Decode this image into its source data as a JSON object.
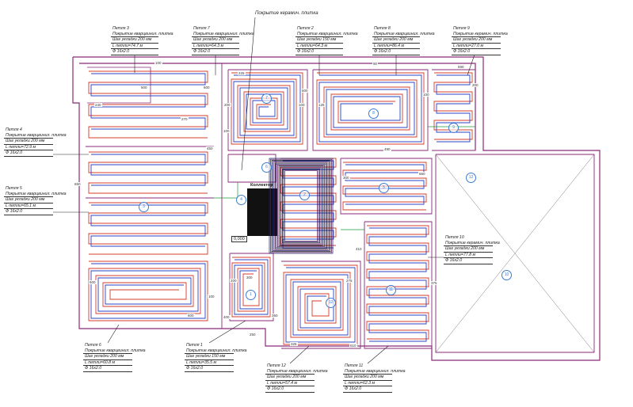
{
  "drawing": {
    "top_note": "Покрытие керамич. плитка",
    "collector_label": "Коллектор",
    "level_mark": "0,000",
    "colors": {
      "walls": "#8b2a78",
      "supply_pipe": "#d43c2a",
      "return_pipe": "#2a44c8",
      "zone_marker": "#3a7bd5",
      "leader": "#222222",
      "green_line": "#1f9a3a"
    }
  },
  "loops": [
    {
      "name": "Петля 3",
      "cover": "Покрытие кварцвинил. плитка",
      "step": "Шаг укладки 200 мм",
      "length": "L петли=74.7 м",
      "pipe": "Ф 16х2.0"
    },
    {
      "name": "Петля 7",
      "cover": "Покрытие кварцвинил. плитка",
      "step": "Шаг укладки 200 мм",
      "length": "L петли=64.3 м",
      "pipe": "Ф 16х2.0"
    },
    {
      "name": "Петля 2",
      "cover": "Покрытие кварцвинил. плитка",
      "step": "Шаг укладки 150 мм",
      "length": "L петли=64.3 м",
      "pipe": "Ф 16х2.0"
    },
    {
      "name": "Петля 8",
      "cover": "Покрытие кварцвинил. плитка",
      "step": "Шаг укладки 200 мм",
      "length": "L петли=86.4 м",
      "pipe": "Ф 16х2.0"
    },
    {
      "name": "Петля 9",
      "cover": "Покрытие керамич. плитка",
      "step": "Шаг укладки 200 мм",
      "length": "L петли=27.0 м",
      "pipe": "Ф 16х2.0"
    },
    {
      "name": "Петля 4",
      "cover": "Покрытие кварцвинил. плитка",
      "step": "Шаг укладки 200 мм",
      "length": "L петли=72.9 м",
      "pipe": "Ф 16х2.0"
    },
    {
      "name": "Петля 5",
      "cover": "Покрытие кварцвинил. плитка",
      "step": "Шаг укладки 200 мм",
      "length": "L петли=65.1 м",
      "pipe": "Ф 16х2.0"
    },
    {
      "name": "Петля 10",
      "cover": "Покрытие керамич. плитка",
      "step": "Шаг укладки 200 мм",
      "length": "L петли=77.8 м",
      "pipe": "Ф 16х2.0"
    },
    {
      "name": "Петля 6",
      "cover": "Покрытие кварцвинил. плитка",
      "step": "Шаг укладки 200 мм",
      "length": "L петли=60.8 м",
      "pipe": "Ф 16х2.0"
    },
    {
      "name": "Петля 1",
      "cover": "Покрытие кварцвинил. плитка",
      "step": "Шаг укладки 150 мм",
      "length": "L петли=35.5 м",
      "pipe": "Ф 16х2.0"
    },
    {
      "name": "Петля 12",
      "cover": "Покрытие кварцвинил. плитка",
      "step": "Шаг укладки 200 мм",
      "length": "L петли=57.4 м",
      "pipe": "Ф 16х2.0"
    },
    {
      "name": "Петля 11",
      "cover": "Покрытие кварцвинил. плитка",
      "step": "Шаг укладки 200 мм",
      "length": "L петли=62.3 м",
      "pipe": "Ф 16х2.0"
    }
  ],
  "dimensions": [
    "100",
    "500",
    "240",
    "600",
    "225",
    "200",
    "600",
    "100",
    "125",
    "90",
    "590",
    "100",
    "200",
    "660",
    "270",
    "450",
    "100",
    "650",
    "490",
    "300",
    "410",
    "200",
    "275",
    "375",
    "300",
    "600",
    "100",
    "600",
    "400",
    "350",
    "250",
    "610",
    "325"
  ],
  "zone_markers": [
    "3",
    "7",
    "2",
    "8",
    "9",
    "4",
    "5",
    "1",
    "12",
    "11",
    "6",
    "10",
    "12"
  ]
}
